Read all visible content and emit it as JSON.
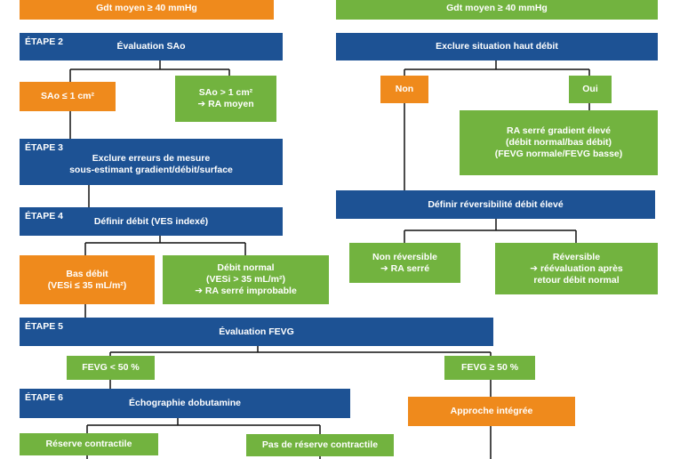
{
  "colors": {
    "blue": "#1d5294",
    "orange": "#ef8a1c",
    "green": "#72b33f",
    "line": "#111111"
  },
  "top": {
    "left_gradient": "Gdt moyen ≥ 40 mmHg",
    "right_gradient": "Gdt moyen ≥ 40 mmHg"
  },
  "steps": {
    "s2": {
      "label": "ÉTAPE 2",
      "text": "Évaluation SAo"
    },
    "s3": {
      "label": "ÉTAPE 3",
      "text": "Exclure erreurs de mesure\nsous-estimant gradient/débit/surface"
    },
    "s4": {
      "label": "ÉTAPE 4",
      "text": "Définir débit (VES indexé)"
    },
    "s5": {
      "label": "ÉTAPE 5",
      "text": "Évaluation FEVG"
    },
    "s6": {
      "label": "ÉTAPE 6",
      "text": "Échographie dobutamine"
    }
  },
  "left": {
    "sao_small": "SAo ≤ 1 cm²",
    "sao_large": "SAo > 1 cm²\n➔ RA moyen",
    "low_flow": "Bas débit\n(VESi ≤ 35 mL/m²)",
    "normal_flow": "Débit normal\n(VESi > 35 mL/m²)\n➔ RA serré improbable",
    "fevg_low": "FEVG < 50 %",
    "fevg_high": "FEVG ≥ 50 %",
    "integrated": "Approche intégrée",
    "reserve": "Réserve contractile",
    "no_reserve": "Pas de réserve contractile"
  },
  "right": {
    "exclude_high": "Exclure situation haut débit",
    "non": "Non",
    "oui": "Oui",
    "tight_high": "RA serré gradient élevé\n(débit normal/bas débit)\n(FEVG normale/FEVG basse)",
    "reversibility": "Définir réversibilité débit élevé",
    "not_reversible": "Non réversible\n➔ RA serré",
    "reversible": "Réversible\n➔ réévaluation après\nretour débit normal"
  }
}
